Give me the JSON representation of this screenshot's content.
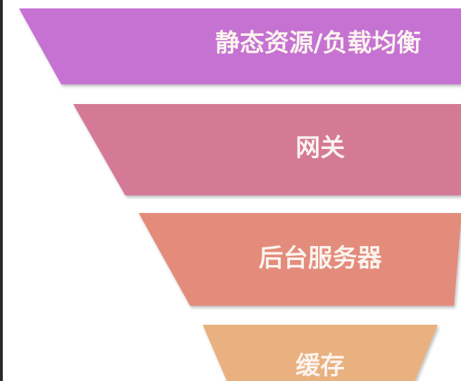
{
  "layers": [
    {
      "label": "静态资源/负载均衡",
      "color": "#c672d2"
    },
    {
      "label": "网关",
      "color": "#d47a96"
    },
    {
      "label": "后台服务器",
      "color": "#e38c7c"
    },
    {
      "label": "缓存",
      "color": "#e9b17f"
    }
  ]
}
